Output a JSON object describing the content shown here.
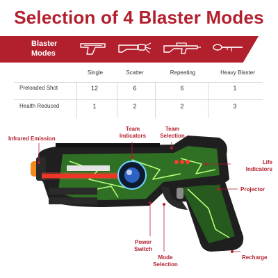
{
  "title": "Selection of 4 Blaster Modes",
  "banner_label": "Blaster Modes",
  "icons": [
    "pistol-icon",
    "shotgun-icon",
    "rifle-icon",
    "rocket-launcher-icon"
  ],
  "columns": [
    "Single",
    "Scatter",
    "Repeating",
    "Heavy Blaster"
  ],
  "rows": [
    {
      "label": "Preloaded Shot",
      "values": [
        "12",
        "6",
        "6",
        "1"
      ]
    },
    {
      "label": "Health Reduced",
      "values": [
        "1",
        "2",
        "2",
        "3"
      ]
    }
  ],
  "callouts": {
    "infrared": "Infrared Emission",
    "team_indicators": "Team Indicators",
    "team_selection": "Team Selection",
    "life_indicators": "Life Indicators",
    "projector": "Projector",
    "power_switch": "Power Switch",
    "mode_selection": "Mode Selection",
    "recharge": "Recharge"
  },
  "colors": {
    "accent": "#b21f2d",
    "glow": "#58d12e",
    "body": "#1f1f1f"
  }
}
